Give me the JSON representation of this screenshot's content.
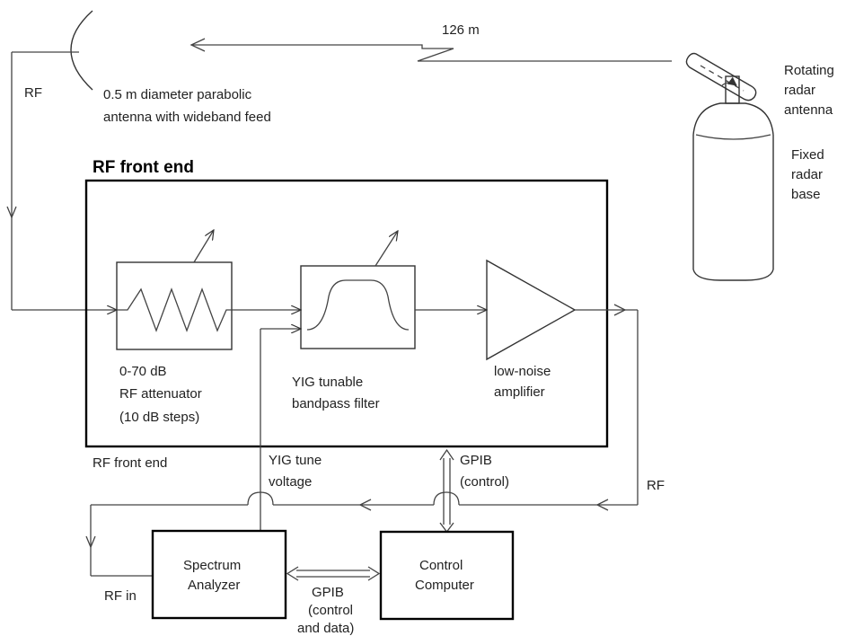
{
  "distance_label": "126 m",
  "rf_out_label": "RF",
  "antenna_label": [
    "0.5 m diameter parabolic",
    "antenna with wideband feed"
  ],
  "radar": {
    "rotating_label": [
      "Rotating",
      "radar",
      "antenna"
    ],
    "base_label": [
      "Fixed",
      "radar",
      "base"
    ]
  },
  "front_end": {
    "title": "RF front end",
    "caption": "RF front end",
    "attenuator_label": [
      "0-70 dB",
      "RF attenuator",
      "(10 dB steps)"
    ],
    "filter_label": [
      "YIG tunable",
      "bandpass filter"
    ],
    "amplifier_label": [
      "low-noise",
      "amplifier"
    ]
  },
  "yig_tune_label": [
    "YIG tune",
    "voltage"
  ],
  "gpib_control_label": [
    "GPIB",
    "(control)"
  ],
  "rf_return_label": "RF",
  "rf_in_label": "RF in",
  "spectrum_analyzer_label": [
    "Spectrum",
    "Analyzer"
  ],
  "control_computer_label": [
    "Control",
    "Computer"
  ],
  "gpib_data_label": [
    "GPIB",
    "(control",
    "and data)"
  ]
}
